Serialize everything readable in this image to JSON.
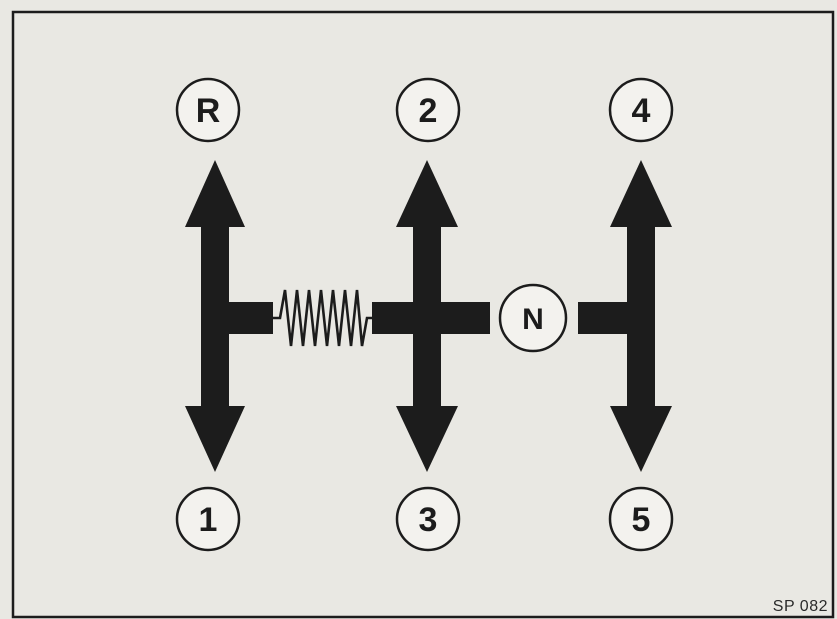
{
  "diagram": {
    "gears": {
      "reverse": "R",
      "second": "2",
      "fourth": "4",
      "first": "1",
      "third": "3",
      "fifth": "5",
      "neutral": "N"
    },
    "reference_code": "SP 082"
  },
  "colors": {
    "ink": "#1c1c1c",
    "paper": "#e9e8e3",
    "circle_fill": "#f3f2ee"
  }
}
